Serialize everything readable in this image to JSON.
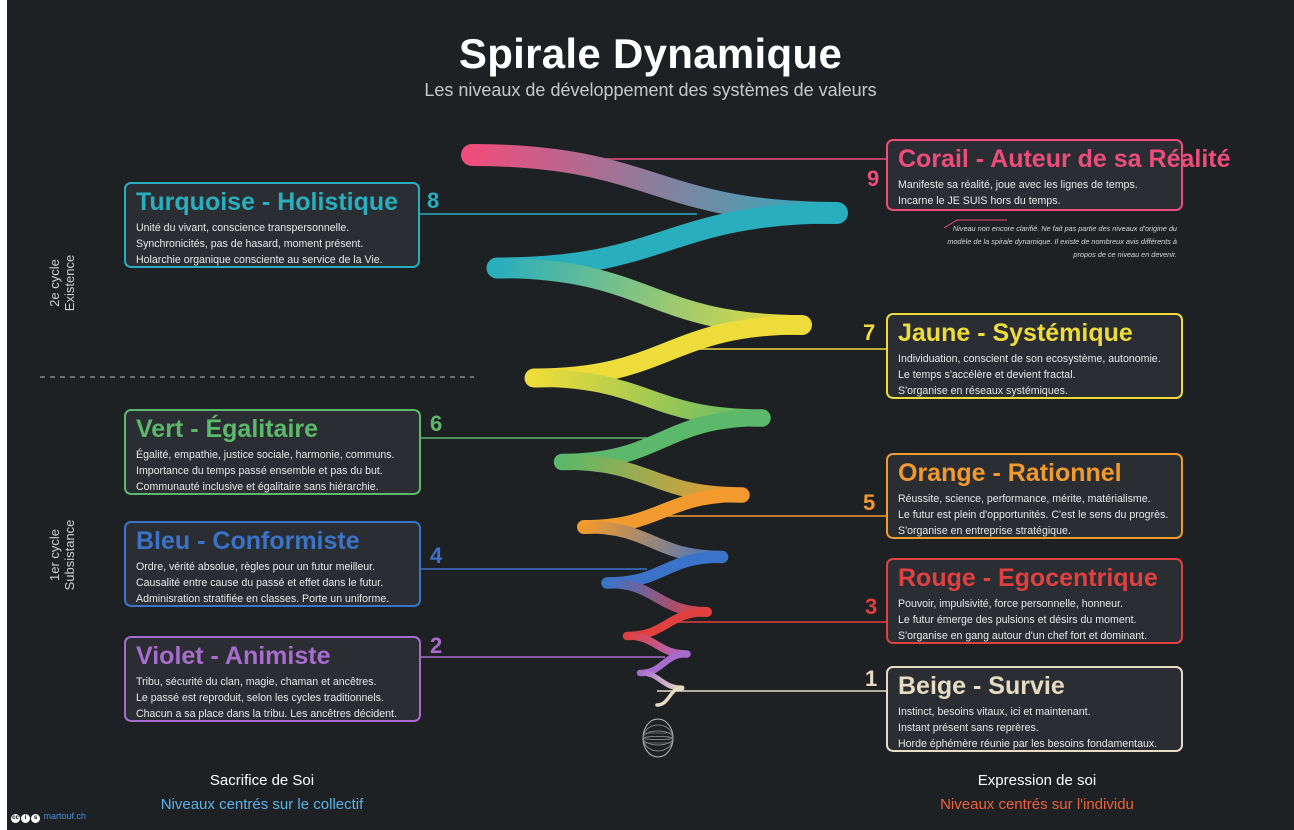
{
  "header": {
    "title": "Spirale Dynamique",
    "subtitle": "Les niveaux de développement des systèmes de valeurs"
  },
  "cycles": {
    "second_line1": "2e cycle",
    "second_line2": "Existence",
    "first_line1": "1er cycle",
    "first_line2": "Subsistance"
  },
  "levels": [
    {
      "num": "1",
      "title": "Beige - Survie",
      "color": "#e6dcc3",
      "lines": [
        "Instinct, besoins vitaux, ici et maintenant.",
        "Instant présent sans reprères.",
        "Horde éphémère réunie par les besoins fondamentaux."
      ]
    },
    {
      "num": "2",
      "title": "Violet - Animiste",
      "color": "#a86ccf",
      "lines": [
        "Tribu, sécurité du clan, magie, chaman et ancêtres.",
        "Le passé est reproduit, selon les cycles traditionnels.",
        "Chacun a sa place dans la tribu. Les ancêtres décident."
      ]
    },
    {
      "num": "3",
      "title": "Rouge - Egocentrique",
      "color": "#e0403f",
      "lines": [
        "Pouvoir, impulsivité, force personnelle, honneur.",
        "Le futur émerge des pulsions et désirs du moment.",
        "S'organise en gang autour d'un chef fort et dominant."
      ]
    },
    {
      "num": "4",
      "title": "Bleu - Conformiste",
      "color": "#3b73c8",
      "lines": [
        "Ordre, vérité absolue, règles pour un futur meilleur.",
        "Causalité entre cause du passé et effet dans le futur.",
        "Adminisration stratifiée en classes. Porte un uniforme."
      ]
    },
    {
      "num": "5",
      "title": "Orange - Rationnel",
      "color": "#f29a2e",
      "lines": [
        "Réussite, science, performance, mérite, matérialisme.",
        "Le futur est plein d'opportunités. C'est le sens du progrès.",
        "S'organise en entreprise stratégique."
      ]
    },
    {
      "num": "6",
      "title": "Vert - Égalitaire",
      "color": "#5cb86a",
      "lines": [
        "Égalité, empathie, justice sociale, harmonie, communs.",
        "Importance du temps passé ensemble et pas du but.",
        "Communauté inclusive et égalitaire sans hiérarchie."
      ]
    },
    {
      "num": "7",
      "title": "Jaune - Systémique",
      "color": "#eedc3a",
      "lines": [
        "Individuation, conscient de son ecosystème, autonomie.",
        "Le temps s'accélère et devient fractal.",
        "S'organise en réseaux systémiques."
      ]
    },
    {
      "num": "8",
      "title": "Turquoise - Holistique",
      "color": "#29aebd",
      "lines": [
        "Unité du vivant, conscience transpersonnelle.",
        "Synchronicités,  pas de hasard, moment présent.",
        "Holarchie organique consciente au service de la Vie."
      ]
    },
    {
      "num": "9",
      "title": "Corail - Auteur de sa Réalité",
      "color": "#ee4d7c",
      "lines": [
        "Manifeste sa réalité, joue avec les lignes de temps.",
        "Incarne le JE SUIS hors du temps."
      ]
    }
  ],
  "note": "Niveau non encore clarifié. Ne fait pas partie des niveaux d'origine du modèle de la spirale dynamique. Il existe de nombreux avis différents à propos de ce niveau en devenir.",
  "footer": {
    "left_title": "Sacrifice de Soi",
    "left_sub": "Niveaux centrés sur le collectif",
    "left_sub_color": "#5ab4e8",
    "right_title": "Expression de soi",
    "right_sub": "Niveaux centrés sur l'individu",
    "right_sub_color": "#f0603a"
  },
  "credit": "martouf.ch"
}
